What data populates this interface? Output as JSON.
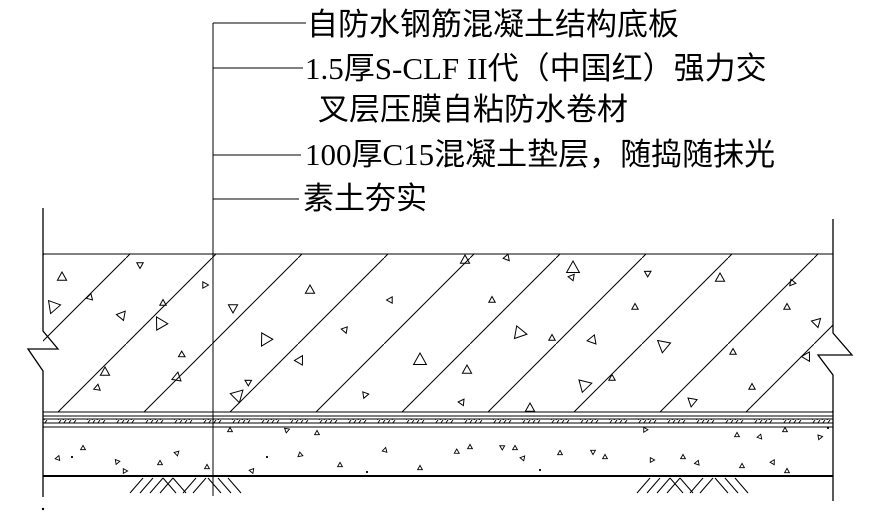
{
  "page": {
    "background_color": "#ffffff",
    "line_color": "#000000"
  },
  "callouts": {
    "slab_label": "自防水钢筋混凝土结构底板",
    "membrane_label_line1": "1.5厚S-CLF II代（中国红）强力交",
    "membrane_label_line2": "叉层压膜自粘防水卷材",
    "cushion_label": "100厚C15混凝土垫层，随捣随抹光",
    "soil_label": "素土夯实"
  }
}
